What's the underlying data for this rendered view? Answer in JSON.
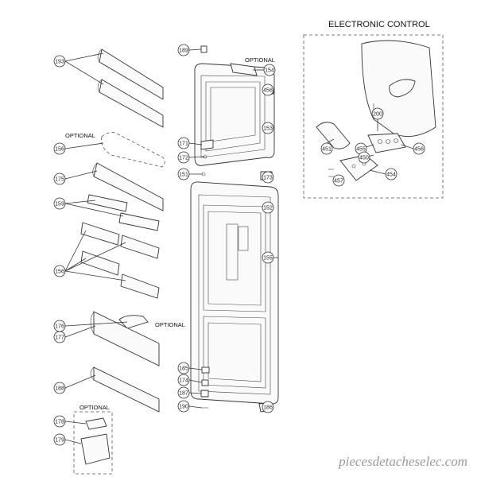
{
  "section_title": "ELECTRONIC CONTROL",
  "watermark": "piecesdetacheselec.com",
  "optional_label": "OPTIONAL",
  "parts": {
    "p193": "193",
    "p156a": "156",
    "p175": "175",
    "p159": "159",
    "p156b": "156",
    "p176": "176",
    "p177": "177",
    "p188": "188",
    "p178": "178",
    "p179": "179",
    "p189": "189",
    "p154": "154",
    "p458": "458",
    "p153": "153",
    "p171": "171",
    "p172": "172",
    "p151": "151",
    "p173": "173",
    "p152": "152",
    "p155": "155",
    "p185": "185",
    "p174": "174",
    "p187": "187",
    "p190": "190",
    "p186": "186",
    "p200": "200",
    "p451": "451",
    "p455": "455",
    "p450": "450",
    "p456": "456",
    "p457": "457",
    "p454": "454"
  }
}
